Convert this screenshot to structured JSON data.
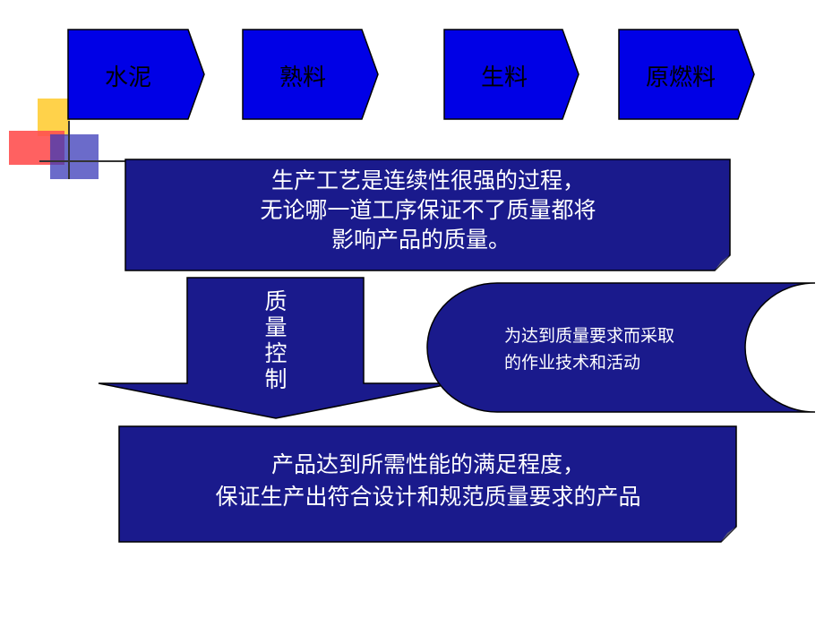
{
  "colors": {
    "box_fill": "#1a1a8c",
    "arrow_fill": "#0000e6",
    "text_light": "#ffffff",
    "text_dark": "#000000",
    "deco_yellow": "#ffd24a",
    "deco_red": "#ff5050",
    "deco_blue": "#2a2aa8"
  },
  "chain": {
    "step1": "水泥",
    "step2": "熟料",
    "step3": "生料",
    "step4": "原燃料"
  },
  "process_box": {
    "line1": "生产工艺是连续性很强的过程，",
    "line2": "无论哪一道工序保证不了质量都将",
    "line3": "影响产品的质量。"
  },
  "qc_arrow": {
    "c1": "质",
    "c2": "量",
    "c3": "控",
    "c4": "制"
  },
  "definition": {
    "line1": "为达到质量要求而采取",
    "line2": "的作业技术和活动"
  },
  "result_box": {
    "line1": "产品达到所需性能的满足程度，",
    "line2": "保证生产出符合设计和规范质量要求的产品"
  }
}
